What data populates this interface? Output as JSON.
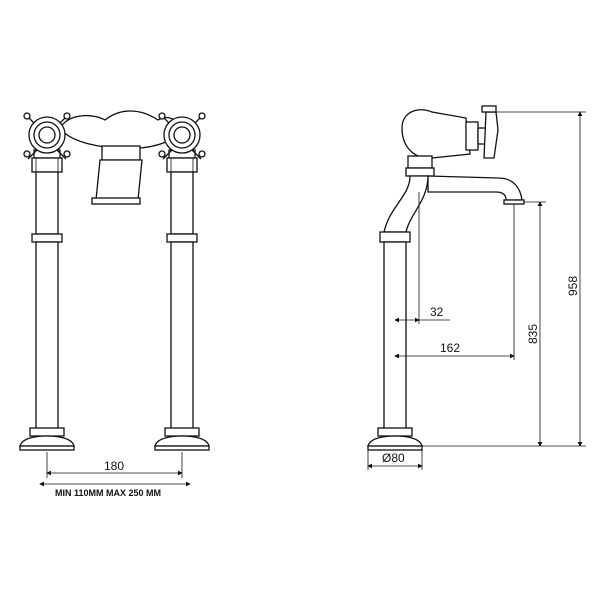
{
  "front_view": {
    "dim_center_spacing": "180",
    "dim_range_note": "MIN 110MM  MAX 250 MM"
  },
  "side_view": {
    "dim_total_height": "958",
    "dim_spout_height": "835",
    "dim_offset_small": "32",
    "dim_spout_reach": "162",
    "dim_base_diameter": "Ø80"
  }
}
